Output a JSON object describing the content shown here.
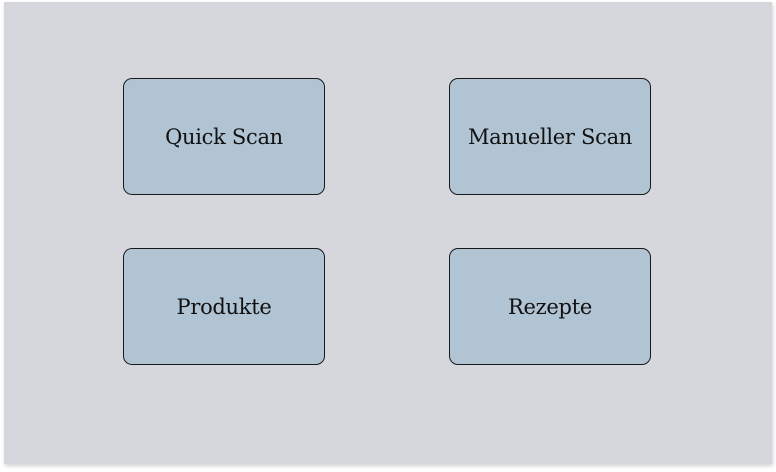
{
  "menu": {
    "quick_scan_label": "Quick Scan",
    "manual_scan_label": "Manueller Scan",
    "products_label": "Produkte",
    "recipes_label": "Rezepte"
  },
  "colors": {
    "background": "#d6d7dc",
    "tile": "#b1c4d4",
    "tile_border": "#1a1a1a"
  }
}
